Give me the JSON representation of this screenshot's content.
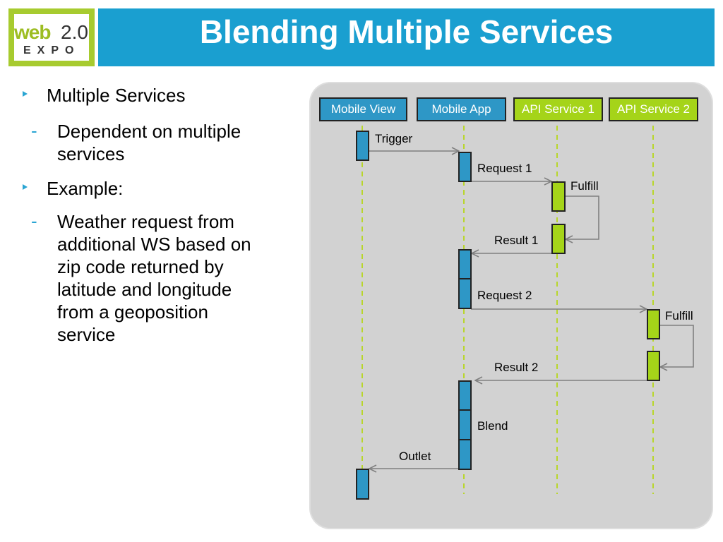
{
  "header": {
    "title": "Blending Multiple Services",
    "logo": {
      "web": "web",
      "version": "2.0",
      "expo": "EXPO"
    }
  },
  "bullets": [
    {
      "level": 1,
      "text": "Multiple Services"
    },
    {
      "level": 2,
      "marker": "-",
      "text": "Dependent on multiple services"
    },
    {
      "level": 1,
      "text": "Example:"
    },
    {
      "level": 2,
      "marker": "-",
      "text": "Weather request from additional WS based on zip code returned by latitude and longitude from a geoposition service"
    }
  ],
  "diagram": {
    "actors": [
      {
        "name": "Mobile View",
        "color": "#2e97c6"
      },
      {
        "name": "Mobile  App",
        "color": "#2e97c6"
      },
      {
        "name": "API Service 1",
        "color": "#a5d419"
      },
      {
        "name": "API Service 2",
        "color": "#a5d419"
      }
    ],
    "messages": [
      {
        "label": "Trigger",
        "from": "Mobile View",
        "to": "Mobile  App"
      },
      {
        "label": "Request 1",
        "from": "Mobile  App",
        "to": "API Service 1"
      },
      {
        "label": "Fulfill",
        "from": "API Service 1",
        "to": "API Service 1"
      },
      {
        "label": "Result 1",
        "from": "API Service 1",
        "to": "Mobile  App"
      },
      {
        "label": "Request 2",
        "from": "Mobile  App",
        "to": "API Service 2"
      },
      {
        "label": "Fulfill",
        "from": "API Service 2",
        "to": "API Service 2"
      },
      {
        "label": "Result 2",
        "from": "API Service 2",
        "to": "Mobile  App"
      },
      {
        "label": "Blend",
        "from": "Mobile  App",
        "to": "Mobile  App"
      },
      {
        "label": "Outlet",
        "from": "Mobile  App",
        "to": "Mobile View"
      }
    ],
    "colors": {
      "lifeline": "#b8d62a",
      "arrow": "#808080",
      "blue": "#2e97c6",
      "green": "#a5d419"
    }
  }
}
